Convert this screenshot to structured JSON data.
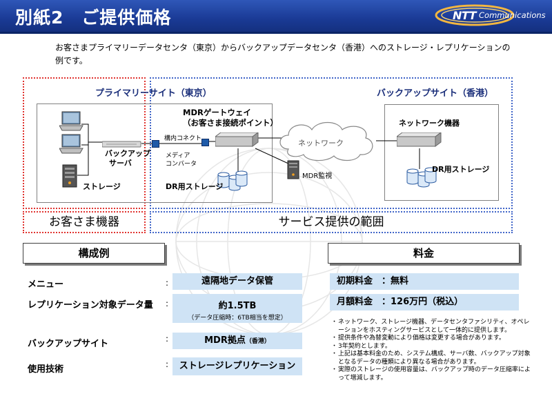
{
  "header": {
    "title": "別紙2　ご提供価格",
    "logo_ntt": "NTT",
    "logo_comm": "Communications"
  },
  "intro": "お客さまプライマリーデータセンタ（東京）からバックアップデータセンタ（香港）へのストレージ・レプリケーションの例です。",
  "diagram": {
    "primary_site": "プライマリーサイト（東京）",
    "backup_site": "バックアップサイト（香港）",
    "mdr_gateway": "MDRゲートウェイ",
    "mdr_gateway_sub": "（お客さま接続ポイント）",
    "network_device": "ネットワーク機器",
    "network_cloud": "ネットワーク",
    "backup_server_1": "バックアップ",
    "backup_server_2": "サーバ",
    "storage": "ストレージ",
    "dr_storage_tokyo": "DR用ストレージ",
    "dr_storage_hk": "DR用ストレージ",
    "cross_connect": "構内コネクト",
    "media_converter_1": "メディア",
    "media_converter_2": "コンバータ",
    "mdr_monitor": "MDR監視",
    "customer_equipment": "お客さま機器",
    "service_scope": "サービス提供の範囲"
  },
  "config": {
    "heading": "構成例",
    "rows": [
      {
        "label": "メニュー",
        "colon": ":",
        "value": "遠隔地データ保管",
        "sub": ""
      },
      {
        "label": "レプリケーション対象データ量",
        "colon": ":",
        "value": "約1.5TB",
        "sub": "（データ圧縮時：6TB相当を想定）"
      },
      {
        "label": "バックアップサイト",
        "colon": ":",
        "value": "MDR拠点",
        "value_small": "（香港）"
      },
      {
        "label": "使用技術",
        "colon": ":",
        "value": "ストレージレプリケーション",
        "sub": ""
      }
    ]
  },
  "pricing": {
    "heading": "料金",
    "initial": "初期料金　：無料",
    "monthly": "月額料金　：126万円（税込）",
    "notes": [
      "ネットワーク、ストレージ機器、データセンタファシリティ、オペレーションをホスティングサービスとして一体的に提供します。",
      "提供条件や為替変動により価格は変更する場合があります。",
      "3年契約とします。",
      "上記は基本料金のため、システム構成、サーバ数、バックアップ対象となるデータの種類により異なる場合があります。",
      "実際のストレージの使用容量は、バックアップ時のデータ圧縮率によって増減します。"
    ],
    "bullet": "・"
  },
  "colors": {
    "header_blue": "#1a3a95",
    "red_dotted": "#e0322e",
    "blue_dotted": "#3f64c8",
    "value_fill": "#cfe3f5",
    "site_label": "#1a2e7a"
  }
}
